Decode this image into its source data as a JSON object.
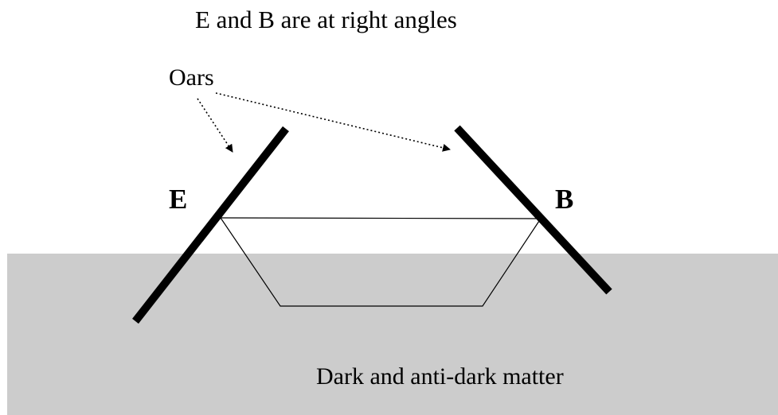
{
  "title": "E and B are at right angles",
  "oars_label": "Oars",
  "label_e": "E",
  "label_b": "B",
  "region_label": "Dark and anti-dark matter",
  "colors": {
    "background": "#ffffff",
    "region_fill": "#cccccc",
    "ink": "#000000"
  }
}
